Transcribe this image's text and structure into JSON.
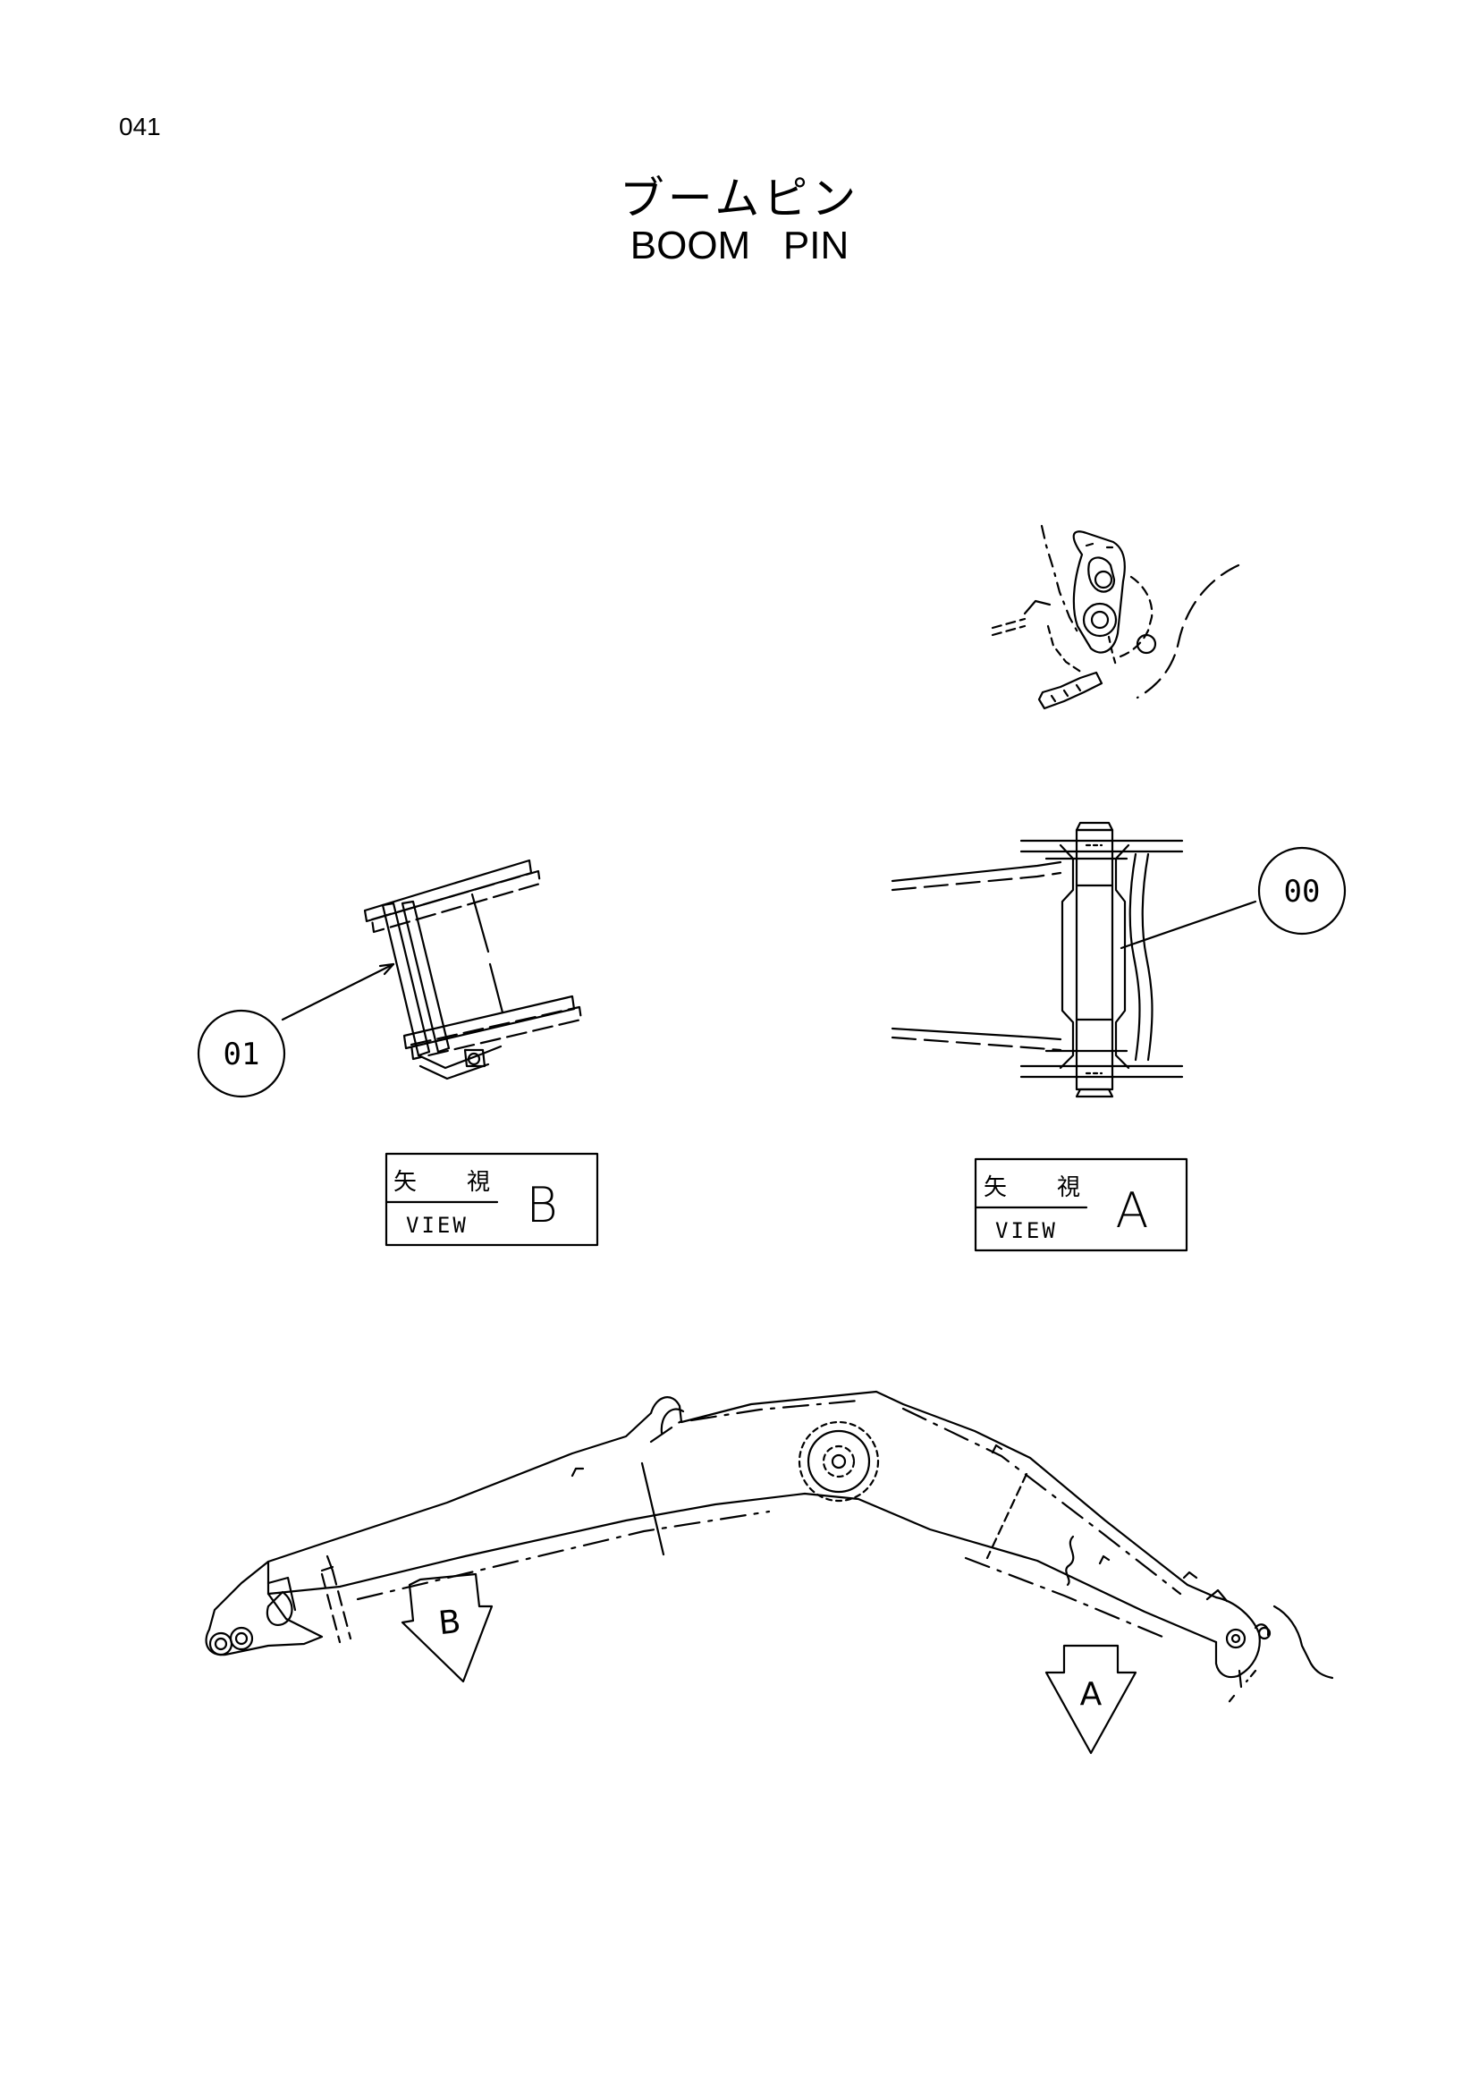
{
  "page_number": "041",
  "title": {
    "japanese": "ブームピン",
    "english": "BOOM   PIN"
  },
  "callouts": [
    {
      "id": "callout-00",
      "label": "00"
    },
    {
      "id": "callout-01",
      "label": "01"
    }
  ],
  "view_boxes": [
    {
      "id": "view-b",
      "kanji_left": "矢",
      "kanji_right": "視",
      "caption": "VIEW",
      "letter": "B"
    },
    {
      "id": "view-a",
      "kanji_left": "矢",
      "kanji_right": "視",
      "caption": "VIEW",
      "letter": "A"
    }
  ],
  "view_arrows": {
    "b": "B",
    "a": "A"
  }
}
